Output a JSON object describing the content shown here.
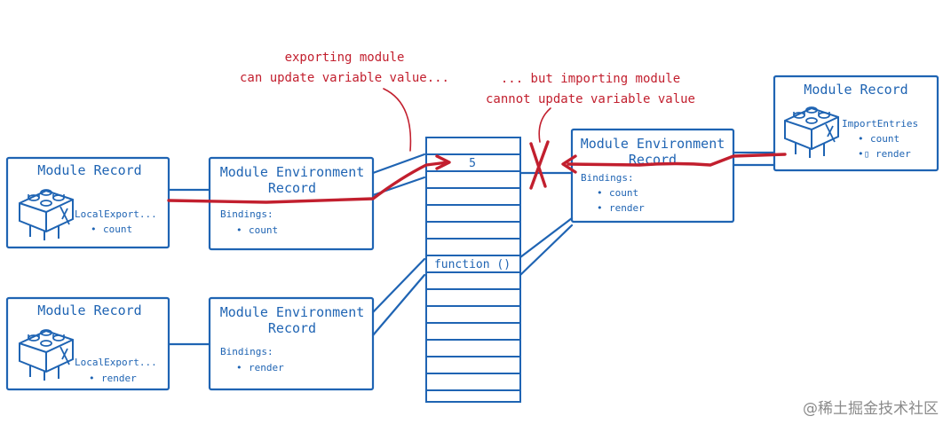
{
  "annotations": {
    "exporting_line1": "exporting module",
    "exporting_line2": "can update variable value...",
    "importing_line1": "... but importing module",
    "importing_line2": "cannot update variable value"
  },
  "module_record_1": {
    "title": "Module Record",
    "list_label": "LocalExport...",
    "items": [
      "count"
    ]
  },
  "env_record_1": {
    "title_line1": "Module Environment",
    "title_line2": "Record",
    "bindings_label": "Bindings:",
    "items": [
      "count"
    ]
  },
  "module_record_2": {
    "title": "Module Record",
    "list_label": "LocalExport...",
    "items": [
      "render"
    ]
  },
  "env_record_2": {
    "title_line1": "Module Environment",
    "title_line2": "Record",
    "bindings_label": "Bindings:",
    "items": [
      "render"
    ]
  },
  "memory": {
    "value_cell": "5",
    "function_cell": "function ()"
  },
  "env_record_3": {
    "title_line1": "Module Environment",
    "title_line2": "Record",
    "bindings_label": "Bindings:",
    "items": [
      "count",
      "render"
    ]
  },
  "module_record_3": {
    "title": "Module Record",
    "list_label": "ImportEntries",
    "items": [
      "count",
      "render"
    ]
  },
  "bullet": "•",
  "bullet_render_import": "•▯",
  "watermark": "@稀土掘金技术社区",
  "colors": {
    "blue": "#1f64b3",
    "red": "#c21f2e"
  }
}
